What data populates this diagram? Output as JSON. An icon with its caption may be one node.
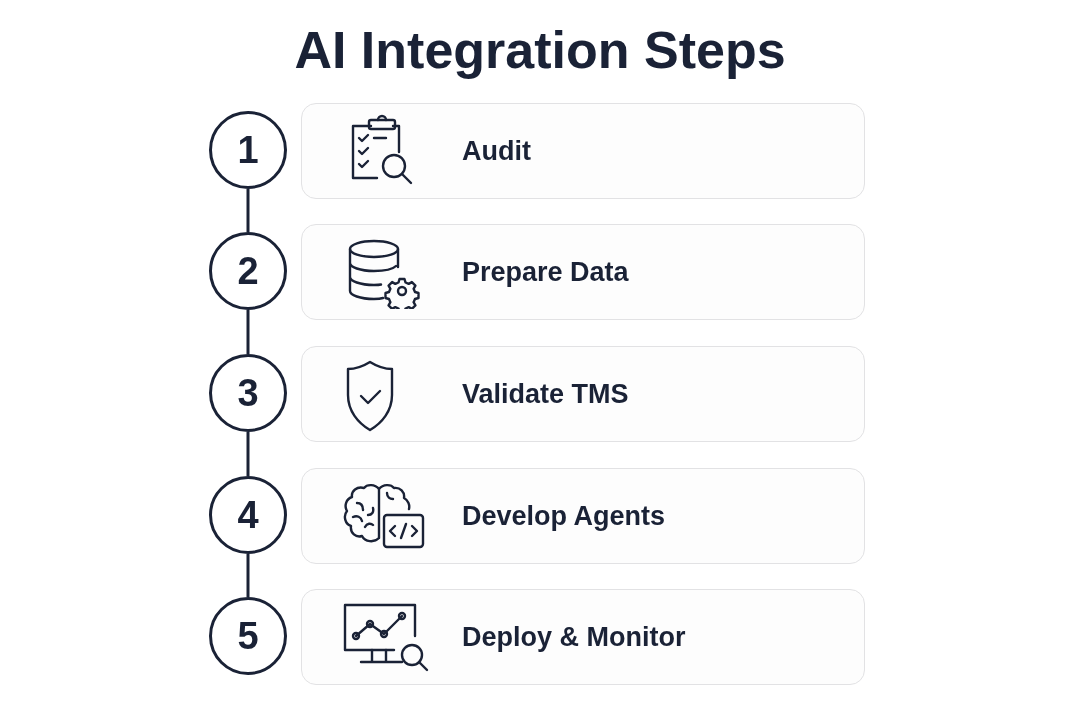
{
  "diagram": {
    "title": "AI Integration Steps",
    "nodes": [
      {
        "text": [
          "1"
        ]
      },
      {
        "text": [
          "Audit"
        ]
      },
      {
        "text": [
          "2"
        ]
      },
      {
        "text": [
          "Prepare Data"
        ]
      },
      {
        "text": [
          "3"
        ]
      },
      {
        "text": [
          "Validate TMS"
        ]
      },
      {
        "text": [
          "4"
        ]
      },
      {
        "text": [
          "Develop Agents"
        ]
      },
      {
        "text": [
          "5"
        ]
      },
      {
        "text": [
          "Deploy & Monitor"
        ]
      }
    ],
    "edges": [
      {
        "from": 0,
        "to": 2,
        "arrow": "none"
      },
      {
        "from": 2,
        "to": 4,
        "arrow": "none"
      },
      {
        "from": 4,
        "to": 6,
        "arrow": "none"
      },
      {
        "from": 6,
        "to": 8,
        "arrow": "none"
      }
    ]
  }
}
